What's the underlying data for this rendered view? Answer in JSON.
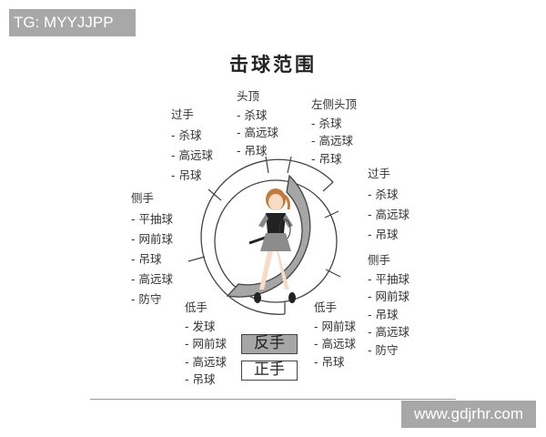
{
  "watermarks": {
    "top_left": "TG: MYYJJPP",
    "bottom_right": "www.gdjrhr.com"
  },
  "title": "击球范围",
  "groups": {
    "top": {
      "heading": "头顶",
      "items": [
        "杀球",
        "高远球",
        "吊球"
      ]
    },
    "top_right": {
      "heading": "左侧头顶",
      "items": [
        "杀球",
        "高远球",
        "吊球"
      ]
    },
    "top_left": {
      "heading": "过手",
      "items": [
        "杀球",
        "高远球",
        "吊球"
      ]
    },
    "left": {
      "heading": "侧手",
      "items": [
        "平抽球",
        "网前球",
        "吊球",
        "高远球",
        "防守"
      ]
    },
    "right_upper": {
      "heading": "过手",
      "items": [
        "杀球",
        "高远球",
        "吊球"
      ]
    },
    "right_lower": {
      "heading": "侧手",
      "items": [
        "平抽球",
        "网前球",
        "吊球",
        "高远球",
        "防守"
      ]
    },
    "bottom_left": {
      "heading": "低手",
      "items": [
        "发球",
        "网前球",
        "高远球",
        "吊球"
      ]
    },
    "bottom_right": {
      "heading": "低手",
      "items": [
        "网前球",
        "高远球",
        "吊球"
      ]
    }
  },
  "legend": {
    "backhand": {
      "label": "反手",
      "color": "#a6a6a6"
    },
    "forehand": {
      "label": "正手",
      "color": "#ffffff"
    }
  },
  "figure": "badminton-player-illustration"
}
